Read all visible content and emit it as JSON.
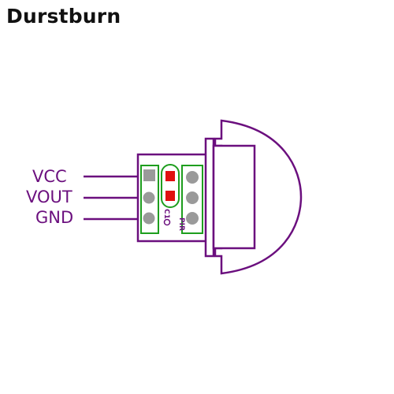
{
  "brand": {
    "text": "Durstburn"
  },
  "pins": [
    {
      "label": "VCC"
    },
    {
      "label": "VOUT"
    },
    {
      "label": "GND"
    }
  ],
  "silkscreen": {
    "c1": "C1",
    "pir": "PIR"
  },
  "colors": {
    "outline": "#6b0f7e",
    "pad": "#1e9e1e",
    "pad_fill": "#9a9a9a",
    "smd": "#e01010",
    "background": "#ffffff"
  }
}
